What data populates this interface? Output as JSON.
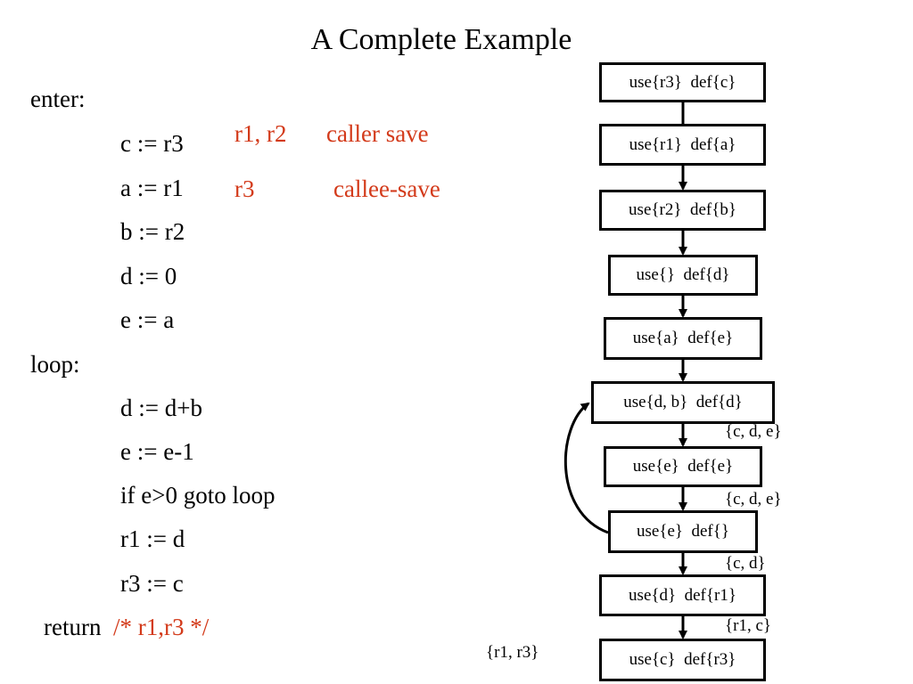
{
  "title": "A Complete Example",
  "code": {
    "enter_label": "enter:",
    "lines_enter": [
      "c := r3",
      "a := r1",
      "b := r2",
      "d := 0",
      "e := a"
    ],
    "loop_label": "loop:",
    "lines_loop": [
      "d := d+b",
      "e := e-1",
      "if e>0 goto loop",
      "r1 := d",
      "r3 := c"
    ],
    "return_kw": "return",
    "return_comment": "/* r1,r3 */"
  },
  "notes": {
    "caller_regs": "r1, r2",
    "caller_text": "caller save",
    "callee_regs": "r3",
    "callee_text": "callee-save"
  },
  "flow_nodes": [
    "use{r3}  def{c}",
    "use{r1}  def{a}",
    "use{r2}  def{b}",
    "use{}  def{d}",
    "use{a}  def{e}",
    "use{d, b}  def{d}",
    "use{e}  def{e}",
    "use{e}  def{}",
    "use{d}  def{r1}",
    "use{c}  def{r3}"
  ],
  "live_sets": [
    "{c, d, e}",
    "{c, d, e}",
    "{c, d}",
    "{r1, c}",
    "{r1, r3}"
  ]
}
